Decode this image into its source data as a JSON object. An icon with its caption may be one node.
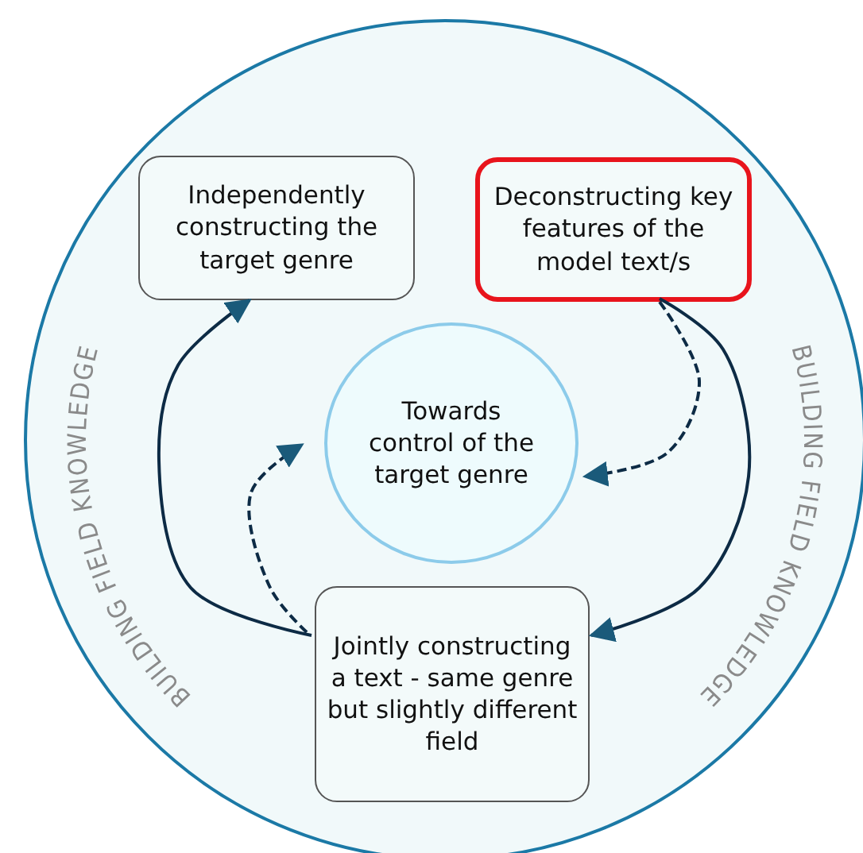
{
  "diagram": {
    "nodes": [
      {
        "text": [],
        "shape": "circle"
      },
      {
        "text": [
          "Independently constructing the target genre"
        ],
        "in": 0
      },
      {
        "text": [
          "Deconstructing key features of the model text/s"
        ],
        "in": 0
      },
      {
        "text": [
          "Towards control of the target genre"
        ],
        "in": 0
      },
      {
        "text": [
          "Jointly constructing a text - same genre but slightly different field"
        ],
        "in": 0
      }
    ],
    "edges": [
      {
        "from": 2,
        "to": 4,
        "arrow": "to"
      },
      {
        "from": 4,
        "to": 1,
        "arrow": "to"
      },
      {
        "from": 2,
        "to": 3,
        "arrow": "to",
        "style": "dashed"
      },
      {
        "from": 4,
        "to": 3,
        "arrow": "to",
        "style": "dashed"
      }
    ],
    "labels": [
      "BUILDING FIELD KNOWLEDGE",
      "BUILDING FIELD KNOWLEDGE"
    ]
  }
}
